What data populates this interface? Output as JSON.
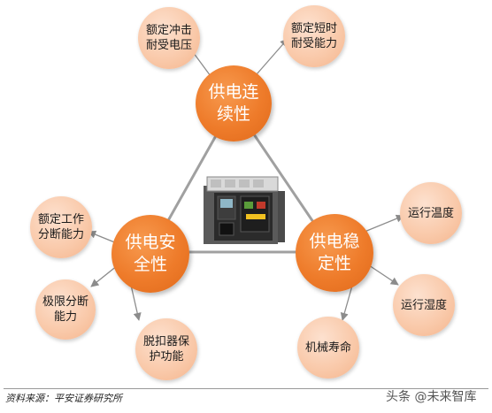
{
  "center_nodes": {
    "continuity": "供电连续性",
    "safety": "供电安全性",
    "stability": "供电稳定性"
  },
  "leaf_nodes": {
    "rated_impulse_voltage": "额定冲击耐受电压",
    "rated_short_time": "额定短时耐受能力",
    "rated_working_breaking": "额定工作分断能力",
    "ultimate_breaking": "极限分断能力",
    "trip_protection": "脱扣器保护功能",
    "operating_temperature": "运行温度",
    "operating_humidity": "运行湿度",
    "mechanical_life": "机械寿命"
  },
  "footer": {
    "source": "资料来源：平安证券研究所",
    "watermark": "头条 @未来智库"
  },
  "colors": {
    "center_fill": "#ee7b2a",
    "leaf_fill": "#f9c8a8",
    "triangle_line": "#9a9a9a",
    "arrow_line": "#8c8c8c"
  }
}
